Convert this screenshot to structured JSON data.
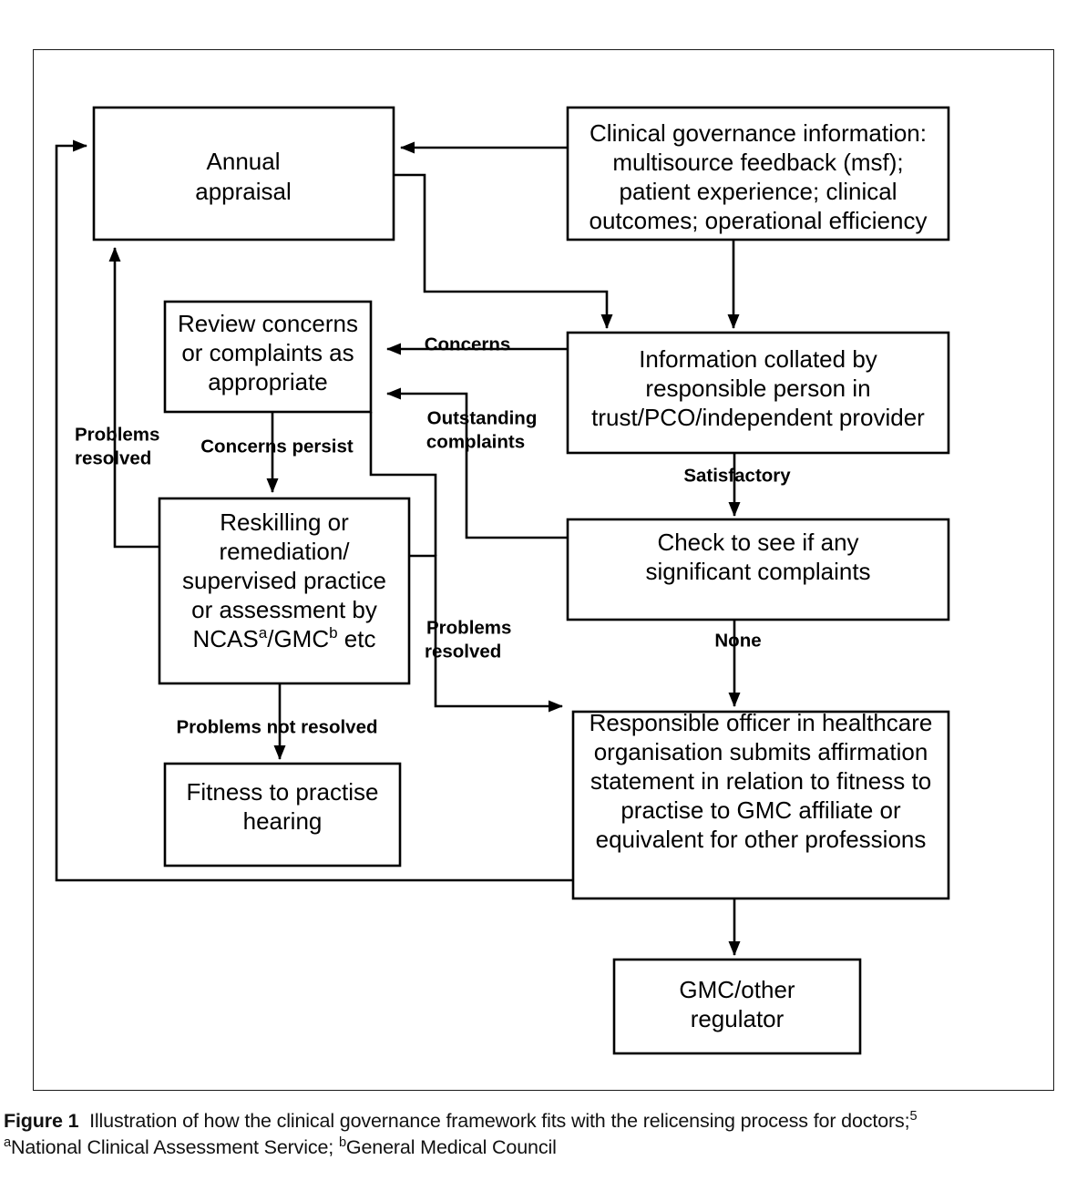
{
  "figure": {
    "caption_label": "Figure 1",
    "caption_text": "Illustration of how the clinical governance framework fits with the relicensing process for doctors;",
    "caption_ref": "5",
    "footnote_a_marker": "a",
    "footnote_a_text": "National Clinical Assessment Service; ",
    "footnote_b_marker": "b",
    "footnote_b_text": "General Medical Council"
  },
  "chart_data": {
    "type": "diagram",
    "title": "Clinical governance framework and relicensing process flowchart",
    "nodes": [
      {
        "id": "annual-appraisal",
        "lines": [
          "Annual",
          "appraisal"
        ]
      },
      {
        "id": "clinical-governance-information",
        "lines": [
          "Clinical governance information:",
          "multisource feedback (msf);",
          "patient experience; clinical",
          "outcomes; operational efficiency"
        ]
      },
      {
        "id": "review-concerns",
        "lines": [
          "Review concerns",
          "or complaints as",
          "appropriate"
        ]
      },
      {
        "id": "information-collated",
        "lines": [
          "Information collated by",
          "responsible person in",
          "trust/PCO/independent provider"
        ]
      },
      {
        "id": "reskilling-remediation",
        "lines": [
          "Reskilling or",
          "remediation/",
          "supervised practice",
          "or assessment by",
          "NCAS|a|/GMC|b| etc"
        ]
      },
      {
        "id": "check-complaints",
        "lines": [
          "Check to see if any",
          "significant complaints"
        ]
      },
      {
        "id": "fitness-to-practise-hearing",
        "lines": [
          "Fitness to practise",
          "hearing"
        ]
      },
      {
        "id": "responsible-officer",
        "lines": [
          "Responsible officer in healthcare",
          "organisation submits affirmation",
          "statement in relation to fitness to",
          "practise to GMC affiliate or",
          "equivalent for other professions"
        ]
      },
      {
        "id": "gmc-other-regulator",
        "lines": [
          "GMC/other",
          "regulator"
        ]
      }
    ],
    "edges": [
      {
        "id": "cgi-to-appraisal",
        "from": "clinical-governance-information",
        "to": "annual-appraisal",
        "label": ""
      },
      {
        "id": "cgi-to-collated",
        "from": "clinical-governance-information",
        "to": "information-collated",
        "label": ""
      },
      {
        "id": "appraisal-to-collated",
        "from": "annual-appraisal",
        "to": "information-collated",
        "label": ""
      },
      {
        "id": "collated-to-review",
        "from": "information-collated",
        "to": "review-concerns",
        "label": "Concerns"
      },
      {
        "id": "collated-to-check",
        "from": "information-collated",
        "to": "check-complaints",
        "label": "Satisfactory"
      },
      {
        "id": "check-to-review",
        "from": "check-complaints",
        "to": "review-concerns",
        "label": "Outstanding complaints",
        "label_lines": [
          "Outstanding",
          "complaints"
        ]
      },
      {
        "id": "review-to-reskilling",
        "from": "review-concerns",
        "to": "reskilling-remediation",
        "label": "Concerns persist"
      },
      {
        "id": "reskilling-to-appraisal",
        "from": "reskilling-remediation",
        "to": "annual-appraisal",
        "label": "Problems resolved",
        "label_lines": [
          "Problems",
          "resolved"
        ]
      },
      {
        "id": "reskilling-to-responsible-officer",
        "from": "reskilling-remediation",
        "to": "responsible-officer",
        "label": "Problems resolved",
        "label_lines": [
          "Problems",
          "resolved"
        ]
      },
      {
        "id": "reskilling-to-fitness",
        "from": "reskilling-remediation",
        "to": "fitness-to-practise-hearing",
        "label": "Problems not resolved"
      },
      {
        "id": "check-to-responsible-officer",
        "from": "check-complaints",
        "to": "responsible-officer",
        "label": "None"
      },
      {
        "id": "responsible-officer-to-gmc",
        "from": "responsible-officer",
        "to": "gmc-other-regulator",
        "label": ""
      },
      {
        "id": "responsible-officer-to-appraisal",
        "from": "responsible-officer",
        "to": "annual-appraisal",
        "label": ""
      }
    ]
  },
  "nodes": {
    "annual_appraisal": {
      "l1": "Annual",
      "l2": "appraisal"
    },
    "clinical_governance": {
      "l1": "Clinical governance information:",
      "l2": "multisource feedback (msf);",
      "l3": "patient experience; clinical",
      "l4": "outcomes; operational efficiency"
    },
    "review_concerns": {
      "l1": "Review concerns",
      "l2": "or complaints as",
      "l3": "appropriate"
    },
    "information_collated": {
      "l1": "Information collated by",
      "l2": "responsible person in",
      "l3": "trust/PCO/independent provider"
    },
    "reskilling": {
      "l1": "Reskilling or",
      "l2": "remediation/",
      "l3": "supervised practice",
      "l4": "or assessment by",
      "l5a": "NCAS",
      "l5sup1": "a",
      "l5b": "/GMC",
      "l5sup2": "b",
      "l5c": " etc"
    },
    "check_complaints": {
      "l1": "Check to see if any",
      "l2": "significant complaints"
    },
    "fitness_hearing": {
      "l1": "Fitness to practise",
      "l2": "hearing"
    },
    "responsible_officer": {
      "l1": "Responsible officer in healthcare",
      "l2": "organisation submits affirmation",
      "l3": "statement in relation to fitness to",
      "l4": "practise to GMC affiliate or",
      "l5": "equivalent for other professions"
    },
    "gmc_regulator": {
      "l1": "GMC/other",
      "l2": "regulator"
    }
  },
  "edge_labels": {
    "concerns": "Concerns",
    "outstanding_1": "Outstanding",
    "outstanding_2": "complaints",
    "satisfactory": "Satisfactory",
    "concerns_persist": "Concerns persist",
    "problems_resolved_left_1": "Problems",
    "problems_resolved_left_2": "resolved",
    "problems_resolved_mid_1": "Problems",
    "problems_resolved_mid_2": "resolved",
    "problems_not_resolved": "Problems not resolved",
    "none": "None"
  },
  "colors": {
    "stroke": "#000000",
    "fill": "#ffffff",
    "frame": "#1a1a1a"
  }
}
